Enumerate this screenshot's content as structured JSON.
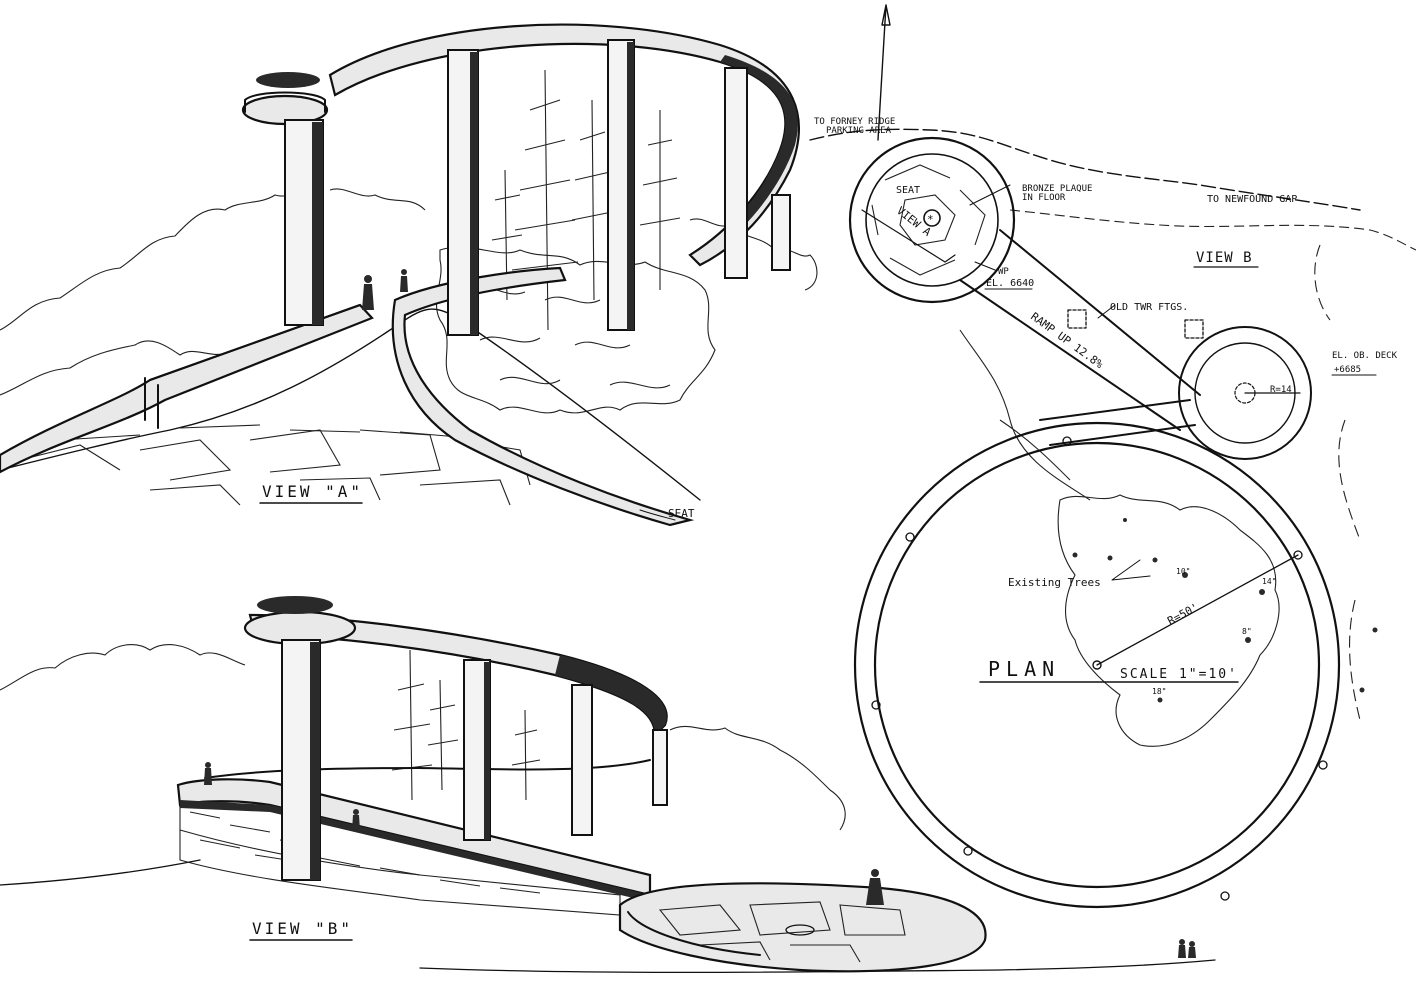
{
  "view_a": {
    "title": "VIEW \"A\"",
    "seat": "SEAT"
  },
  "view_b": {
    "title": "VIEW \"B\""
  },
  "plan": {
    "to_forney_1": "TO FORNEY RIDGE",
    "to_forney_2": "PARKING AREA",
    "to_newfound": "TO NEWFOUND GAP",
    "view_b_label": "VIEW B",
    "seat": "SEAT",
    "view_a_mark": "VIEW A",
    "bronze_1": "BRONZE PLAQUE",
    "bronze_2": "IN FLOOR",
    "wp": "WP",
    "el_6640": "EL. 6640",
    "old_twr": "OLD TWR FTGS.",
    "ramp_up": "RAMP UP 12.8%",
    "el_deck_1": "EL. OB. DECK",
    "el_deck_2": "+6685",
    "r14": "R=14'",
    "existing_trees": "Existing Trees",
    "r50": "R=50'",
    "plan_title": "PLAN",
    "scale": "SCALE 1\"=10'",
    "tree_10": "10\"",
    "tree_14": "14\"",
    "tree_8": "8\"",
    "tree_18": "18\""
  }
}
